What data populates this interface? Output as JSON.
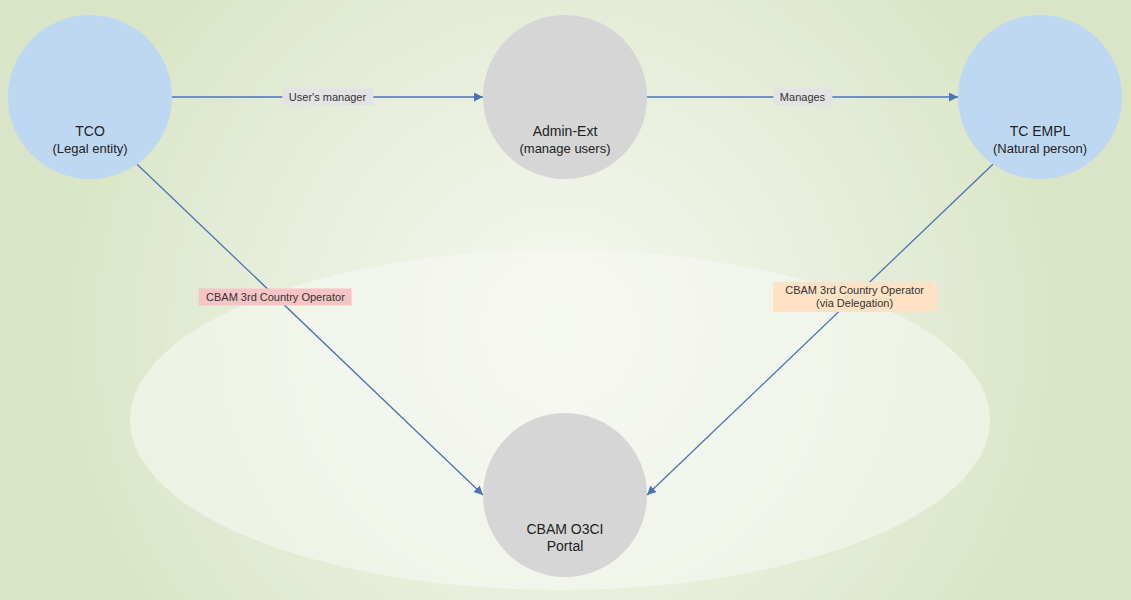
{
  "diagram": {
    "nodes": [
      {
        "text": [
          "TCO",
          "(Legal entity)"
        ]
      },
      {
        "text": [
          "Admin-Ext",
          "(manage users)"
        ]
      },
      {
        "text": [
          "TC EMPL",
          "(Natural person)"
        ]
      },
      {
        "text": [
          "CBAM O3CI Portal"
        ]
      }
    ],
    "edges": [
      {
        "from": 0,
        "to": 1,
        "label": "User's manager",
        "arrow": "to"
      },
      {
        "from": 1,
        "to": 2,
        "label": "Manages",
        "arrow": "to"
      },
      {
        "from": 0,
        "to": 3,
        "label": "CBAM 3rd Country Operator",
        "arrow": "to"
      },
      {
        "from": 2,
        "to": 3,
        "label": "CBAM 3rd Country Operator (via Delegation)",
        "arrow": "to"
      }
    ]
  }
}
